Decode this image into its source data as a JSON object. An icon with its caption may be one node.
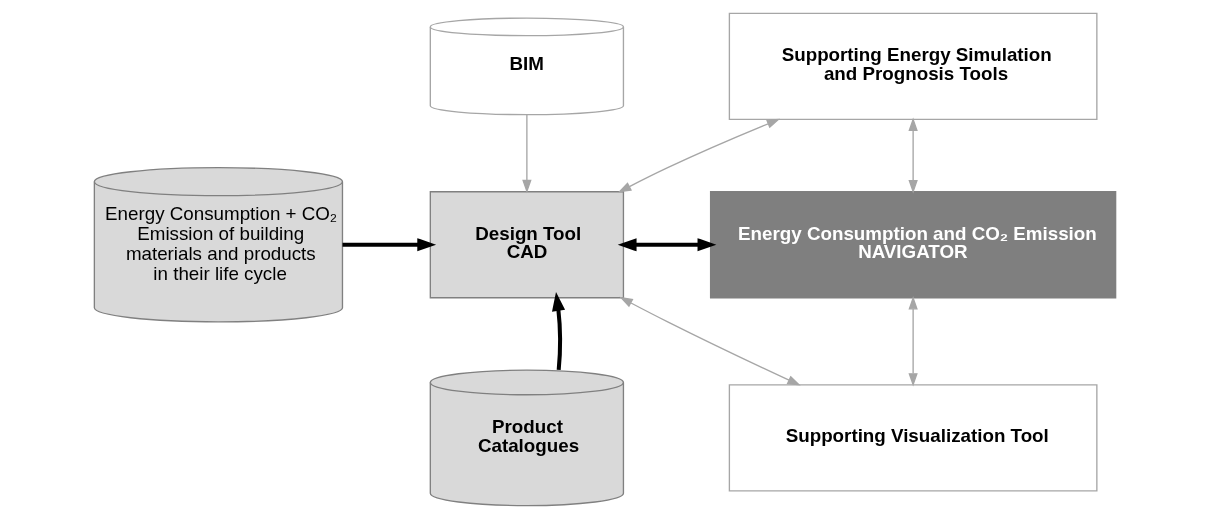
{
  "diagram": {
    "nodes": [
      {
        "text": [
          "BIM"
        ]
      },
      {
        "text": [
          "Energy Consumption + CO₂ Emission of building materials and products in their life cycle"
        ]
      },
      {
        "text": [
          "Design Tool CAD"
        ]
      },
      {
        "text": [
          "Product Catalogues"
        ]
      },
      {
        "text": [
          "Supporting Energy Simulation and Prognosis Tools"
        ]
      },
      {
        "text": [
          "Energy Consumption and CO₂ Emission NAVIGATOR"
        ]
      },
      {
        "text": [
          "Supporting Visualization Tool"
        ]
      }
    ],
    "edges": [
      {
        "from": 0,
        "to": 2,
        "arrow": "to"
      },
      {
        "from": 1,
        "to": 2,
        "arrow": "to",
        "style": "thick",
        "color": "#000000"
      },
      {
        "from": 3,
        "to": 2,
        "arrow": "to",
        "style": "thick",
        "color": "#000000"
      },
      {
        "from": 2,
        "to": 5,
        "arrow": "both",
        "style": "thick",
        "color": "#000000"
      },
      {
        "from": 2,
        "to": 4,
        "arrow": "both"
      },
      {
        "from": 2,
        "to": 6,
        "arrow": "both"
      },
      {
        "from": 4,
        "to": 5,
        "arrow": "both"
      },
      {
        "from": 5,
        "to": 6,
        "arrow": "both"
      }
    ]
  }
}
